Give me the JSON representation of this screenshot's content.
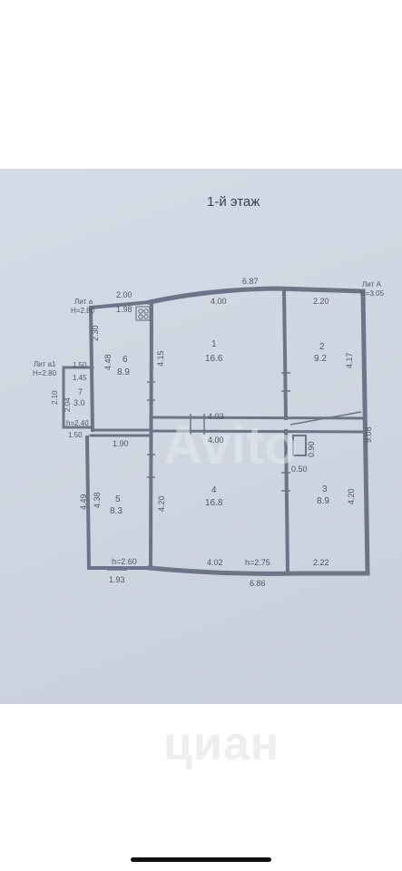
{
  "floor_title": "1-й этаж",
  "lit_labels": {
    "lit_a": "Лит а",
    "lit_a_h": "Н=2.80",
    "lit_a1": "Лит а1",
    "lit_a1_h": "Н=2.80",
    "lit_A": "Лит А",
    "lit_A_h": "Н=3.05"
  },
  "rooms": [
    {
      "number": "1",
      "area": "16.6"
    },
    {
      "number": "2",
      "area": "9.2"
    },
    {
      "number": "3",
      "area": "8.9"
    },
    {
      "number": "4",
      "area": "16.8"
    },
    {
      "number": "5",
      "area": "8.3"
    },
    {
      "number": "6",
      "area": "8.9"
    },
    {
      "number": "7",
      "area": "3.0"
    }
  ],
  "dimensions": {
    "top_total": "6.87",
    "top_lit_a": "2.00",
    "room6_top": "1.98",
    "room1_top": "4.00",
    "room2_top": "2.20",
    "left_lit_a": "2.30",
    "room6_left": "4.48",
    "room1_height": "4.15",
    "room2_height": "4.17",
    "right_total": "9.08",
    "corridor_top": "4.03",
    "corridor_bottom": "4.00",
    "room5_top": "1.90",
    "lit_a1_top": "1.50",
    "lit_a1_inner": "1.45",
    "lit_a1_left": "2.10",
    "lit_a1_inner_left": "2.04",
    "lit_a1_h": "h=2.40",
    "lit_a1_bottom": "1.50",
    "closet_h": "0.90",
    "closet_w": "0.50",
    "room5_left_outer": "4.49",
    "room5_left_inner": "4.38",
    "room4_height": "4.20",
    "room3_height": "4.20",
    "room5_h": "h=2.60",
    "room4_bottom": "4.02",
    "room4_h": "h=2.75",
    "room3_bottom": "2.22",
    "room5_bottom": "1.93",
    "bottom_total": "6.86"
  },
  "watermarks": {
    "avito": "Avito",
    "cian": "циан"
  }
}
